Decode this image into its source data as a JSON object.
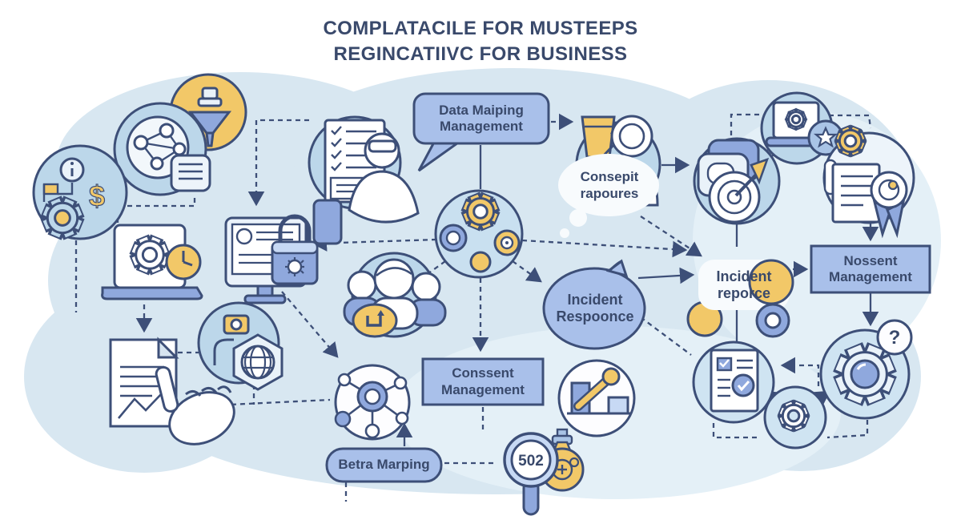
{
  "title": {
    "line1": "COMPLATACILE FOR MUSTEEPS",
    "line2": "REGINCATIIVC FOR BUSINESS"
  },
  "labels": {
    "data_mapping": {
      "line1": "Data Maiping",
      "line2": "Management"
    },
    "consent_resources": {
      "line1": "Consepit",
      "line2": "rapoures"
    },
    "incident_response": {
      "line1": "Incident",
      "line2": "Respoonce"
    },
    "incident_report": {
      "line1": "Incident",
      "line2": "reporce"
    },
    "nossent": {
      "line1": "Nossent",
      "line2": "Management"
    },
    "conssent": {
      "line1": "Conssent",
      "line2": "Management"
    },
    "betra": "Betra Marping",
    "magnifier_value": "502"
  },
  "icons": {
    "question_glyph": "?",
    "dollar_glyph": "$",
    "names": [
      "funnel-bubble-icon",
      "network-nodes-icon",
      "finance-gear-icon",
      "laptop-gear-icon",
      "pointing-document-icon",
      "camera-person-globe-icon",
      "checklist-person-icon",
      "monitor-lock-icon",
      "process-gears-icon",
      "team-icon",
      "consent-person-icon",
      "privacy-target-icon",
      "laptop-star-icon",
      "certificate-gear-icon",
      "bar-chart-icon",
      "network-hub-icon",
      "report-check-icon",
      "small-gear-icon",
      "question-gear-icon",
      "magnifier-icon",
      "money-bag-icon"
    ]
  },
  "colors": {
    "navy": "#3d4f78",
    "box_blue": "#a9c0ea",
    "icon_blue": "#bcd7ea",
    "mid_blue": "#8fa8dd",
    "yellow": "#f2c868",
    "cloud": "#d8e7f1",
    "white_bubble": "#f8fbfd",
    "text": "#39496b"
  }
}
